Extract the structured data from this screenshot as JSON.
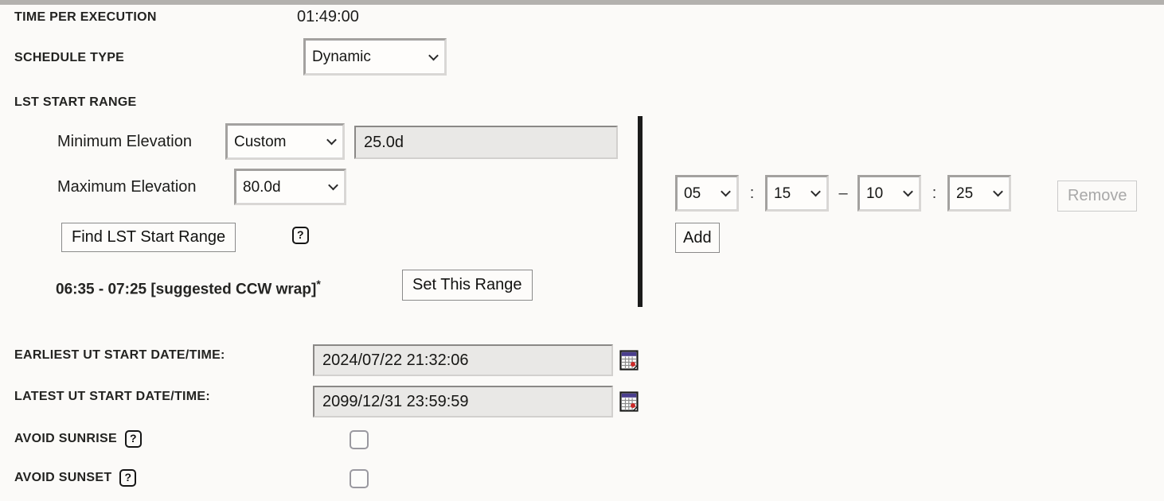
{
  "colors": {
    "topbar": "#b3b1ae",
    "divider": "#1b1b1b",
    "input_background": "#e9e8e6",
    "calendar_header": "#4a3e8e",
    "calendar_dot": "#cc2a2a",
    "disabled_text": "#a8a8a8"
  },
  "icons": {
    "help_glyph": "?",
    "chevron": "chevron-down-icon",
    "calendar": "calendar-icon"
  },
  "execution": {
    "time_label": "TIME PER EXECUTION",
    "time_value": "01:49:00",
    "schedule_label": "SCHEDULE TYPE",
    "schedule_value": "Dynamic"
  },
  "lst": {
    "section_label": "LST START RANGE",
    "min_label": "Minimum Elevation",
    "min_mode": "Custom",
    "min_value": "25.0d",
    "max_label": "Maximum Elevation",
    "max_value": "80.0d",
    "find_button": "Find LST Start Range",
    "suggestion": "06:35 - 07:25 [suggested CCW wrap]",
    "suggestion_note": "*",
    "set_button": "Set This Range",
    "range": {
      "start_hour": "05",
      "start_min": "15",
      "end_hour": "10",
      "end_min": "25",
      "colon": ":",
      "dash": "–"
    },
    "remove_button": "Remove",
    "add_button": "Add"
  },
  "ut": {
    "earliest_label": "EARLIEST UT START DATE/TIME:",
    "earliest_value": "2024/07/22 21:32:06",
    "latest_label": "LATEST UT START DATE/TIME:",
    "latest_value": "2099/12/31 23:59:59"
  },
  "avoid": {
    "sunrise_label": "AVOID SUNRISE",
    "sunset_label": "AVOID SUNSET",
    "sunrise_checked": false,
    "sunset_checked": false
  }
}
